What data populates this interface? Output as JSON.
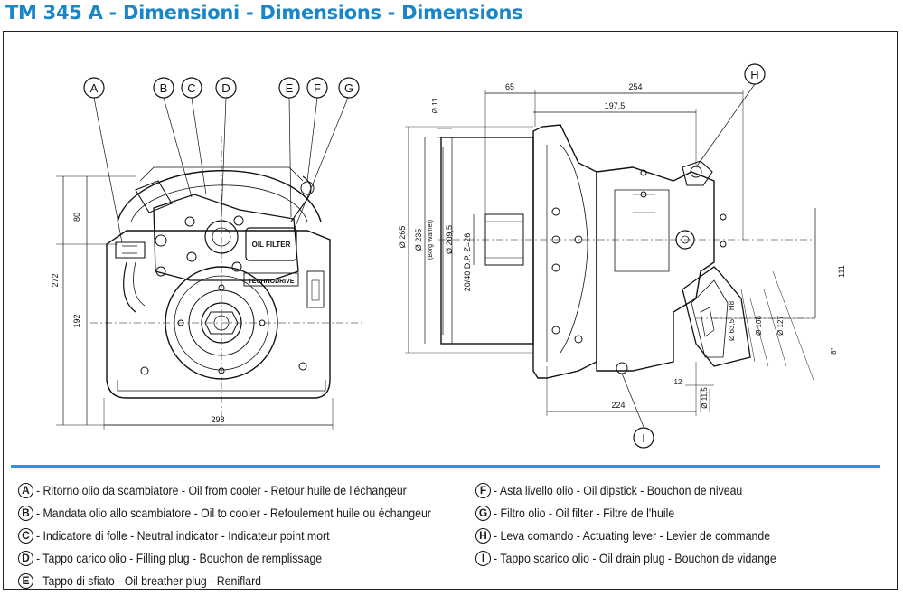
{
  "title": "TM 345 A - Dimensioni - Dimensions - Dimensions",
  "callouts": {
    "front": [
      "A",
      "B",
      "C",
      "D",
      "E",
      "F",
      "G"
    ],
    "side": [
      "H",
      "I"
    ]
  },
  "front_dims": {
    "d80": "80",
    "d272": "272",
    "d192": "192",
    "d298": "298",
    "filter_label": "OIL FILTER",
    "brand": "TECHNODRIVE"
  },
  "side_dims": {
    "d65": "65",
    "d254": "254",
    "d197_5": "197,5",
    "d11_top": "Ø 11",
    "d265": "Ø 265",
    "d235": "Ø 235",
    "borg": "(Borg Warner)",
    "d209_5": "Ø 209,5",
    "spline": "20/40 D.P. Z=26",
    "d111": "111",
    "h8": "H8",
    "d63_5": "Ø 63,5",
    "d108": "Ø 108",
    "d127": "Ø 127",
    "d8deg": "8°",
    "d12": "12",
    "d11_5": "Ø 11,5",
    "d224": "224"
  },
  "legend": {
    "left": [
      {
        "key": "A",
        "text": "- Ritorno olio da scambiatore - Oil from cooler - Retour huile de l'échangeur"
      },
      {
        "key": "B",
        "text": "- Mandata olio allo scambiatore - Oil to cooler - Refoulement huile ou échangeur"
      },
      {
        "key": "C",
        "text": "- Indicatore di folle - Neutral indicator - Indicateur point mort"
      },
      {
        "key": "D",
        "text": "- Tappo carico olio - Filling plug - Bouchon de remplissage"
      },
      {
        "key": "E",
        "text": "- Tappo di sfiato - Oil breather plug - Reniflard"
      }
    ],
    "right": [
      {
        "key": "F",
        "text": "- Asta livello olio - Oil dipstick - Bouchon de niveau"
      },
      {
        "key": "G",
        "text": "- Filtro olio - Oil filter - Filtre de l'huile"
      },
      {
        "key": "H",
        "text": "- Leva comando - Actuating lever - Levier de commande"
      },
      {
        "key": "I",
        "text": "- Tappo scarico olio - Oil drain plug - Bouchon de vidange"
      }
    ]
  },
  "colors": {
    "title": "#1a86c8",
    "rule": "#2a96d6",
    "ink": "#111111"
  }
}
